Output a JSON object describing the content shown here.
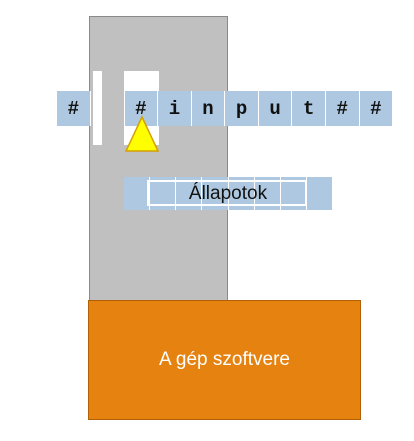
{
  "tape": {
    "cells": [
      "#",
      "",
      "#",
      "i",
      "n",
      "p",
      "u",
      "t",
      "#",
      "#"
    ]
  },
  "states": {
    "label": "Állapotok"
  },
  "software": {
    "label": "A gép szoftvere"
  },
  "colors": {
    "column": "#c0c0c0",
    "tape": "#adc8e0",
    "head": "#ffff00",
    "software": "#e6820f"
  }
}
